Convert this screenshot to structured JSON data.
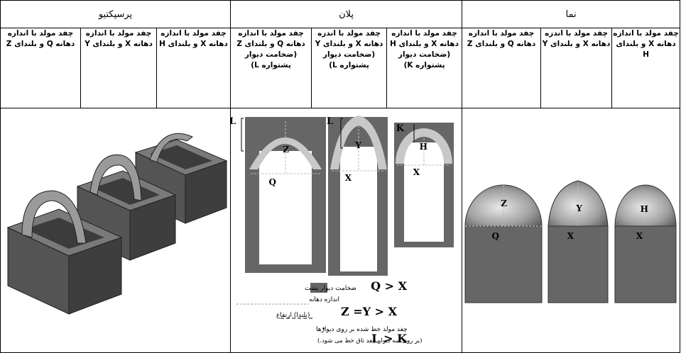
{
  "headers": {
    "perspective": "پرسپکتیو",
    "plan": "پلان",
    "elevation": "نما"
  },
  "subheaders": {
    "elevation": [
      {
        "l1": "چفد مولد با اندازه",
        "l2": "دهانه X و بلندای H"
      },
      {
        "l1": "چفد مولد با اندزه",
        "l2": "دهانه X و بلندای Y"
      },
      {
        "l1": "چفد مولد با اندازه",
        "l2": "دهانه Q و بلندای Z"
      }
    ],
    "plan": [
      {
        "l1": "چفد مولد با اندازه",
        "l2": "دهانه X و بلندای H",
        "l3": "(ضخامت دیوار",
        "l4": "پشتواره K)"
      },
      {
        "l1": "چفد مولد با اندزه",
        "l2": "دهانه X و بلندای Y",
        "l3": "(ضخامت دیوار",
        "l4": "پشتواره L)"
      },
      {
        "l1": "چفد مولد با اندازه",
        "l2": "دهانه Q و بلندای Z",
        "l3": "(ضخامت دیوار",
        "l4": "پشتواره L)"
      }
    ],
    "perspective": [
      {
        "l1": "چفد مولد با اندازه",
        "l2": "دهانه X و بلندای H"
      },
      {
        "l1": "چفد مولد با اندازه",
        "l2": "دهانه X و بلندای Y"
      },
      {
        "l1": "چفد مولد با اندازه",
        "l2": "دهانه Q و بلندای Z"
      }
    ]
  },
  "plan_labels": {
    "L": "L",
    "K": "K",
    "Z": "Z",
    "Q": "Q",
    "Y": "Y",
    "X": "X",
    "H": "H"
  },
  "legend": {
    "wall": "ضخامت دیوار پشت",
    "span": "اندازه دهانه",
    "height": "(بلندا) ارتفاع",
    "note1": "چفد مولد خط شده بر روی دیوارها",
    "note2": "(بر روی سه دیوار چفد تاق خط می شود.)",
    "bullet": "•"
  },
  "relations": [
    "Q > X",
    "Z =Y > X",
    "L > K"
  ],
  "elevation_labels": {
    "Z": "Z",
    "Q": "Q",
    "Y": "Y",
    "X1": "X",
    "H": "H",
    "X2": "X"
  },
  "colors": {
    "wall_dark": "#666666",
    "arch_light": "#c8c8c8",
    "box_top": "#7a7a7a",
    "box_front": "#545454",
    "box_side": "#3e3e3e"
  }
}
